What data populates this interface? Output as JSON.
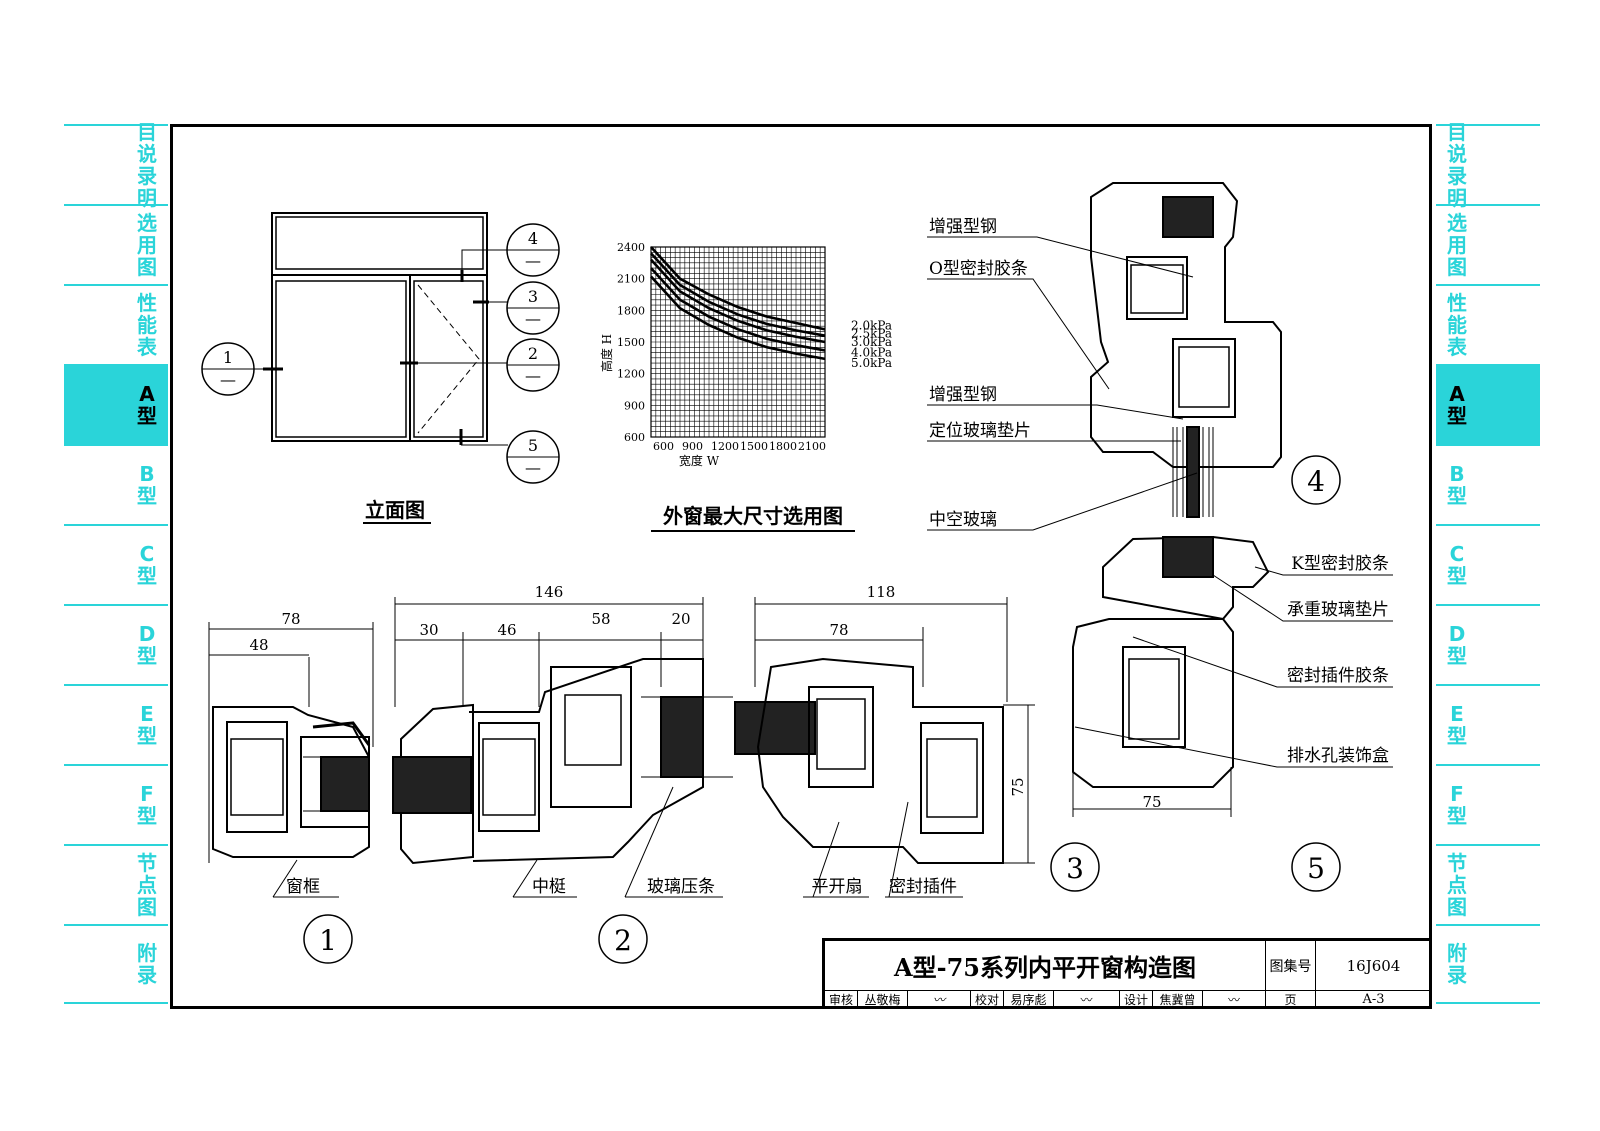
{
  "sidebar": {
    "items": [
      {
        "label": "目说\n录明"
      },
      {
        "label": "选\n用\n图"
      },
      {
        "label": "性\n能\n表"
      },
      {
        "label": "A\n型",
        "active": true
      },
      {
        "label": "B\n型"
      },
      {
        "label": "C\n型"
      },
      {
        "label": "D\n型"
      },
      {
        "label": "E\n型"
      },
      {
        "label": "F\n型"
      },
      {
        "label": "节\n点\n图"
      },
      {
        "label": "附\n录"
      }
    ],
    "accent": "#2ad4d9"
  },
  "elevation": {
    "title": "立面图",
    "callouts": [
      "1",
      "2",
      "3",
      "4",
      "5"
    ],
    "callout_sub": "—"
  },
  "size_chart": {
    "title": "外窗最大尺寸选用图",
    "ylabel": "高度 H",
    "xlabel": "宽度 W",
    "y_ticks": [
      "2400",
      "2100",
      "1800",
      "1500",
      "1200",
      "900",
      "600"
    ],
    "x_ticks": [
      "600",
      "900",
      "1200",
      "1500",
      "1800",
      "2100"
    ],
    "legend": [
      "2.0kPa",
      "2.5kPa",
      "3.0kPa",
      "4.0kPa",
      "5.0kPa"
    ]
  },
  "chart_data": {
    "type": "line",
    "title": "外窗最大尺寸选用图",
    "xlabel": "宽度 W",
    "ylabel": "高度 H",
    "xlim": [
      600,
      2400
    ],
    "ylim": [
      600,
      2400
    ],
    "x": [
      600,
      900,
      1200,
      1500,
      1800,
      2100,
      2400
    ],
    "series": [
      {
        "name": "2.0kPa",
        "values": [
          2400,
          2100,
          1950,
          1830,
          1740,
          1680,
          1620
        ]
      },
      {
        "name": "2.5kPa",
        "values": [
          2340,
          2040,
          1880,
          1760,
          1670,
          1610,
          1560
        ]
      },
      {
        "name": "3.0kPa",
        "values": [
          2280,
          1980,
          1820,
          1700,
          1610,
          1550,
          1500
        ]
      },
      {
        "name": "4.0kPa",
        "values": [
          2200,
          1900,
          1740,
          1620,
          1530,
          1470,
          1420
        ]
      },
      {
        "name": "5.0kPa",
        "values": [
          2120,
          1820,
          1660,
          1540,
          1450,
          1390,
          1340
        ]
      }
    ],
    "grid": true
  },
  "details": {
    "d1": {
      "num": "1",
      "dims": [
        "78",
        "48"
      ],
      "label": "窗框"
    },
    "d2": {
      "num": "2",
      "dims": [
        "146",
        "30",
        "46",
        "58",
        "20"
      ],
      "labels": [
        "中梃",
        "玻璃压条"
      ]
    },
    "d3": {
      "num": "3",
      "dims": [
        "118",
        "78",
        "75"
      ],
      "labels": [
        "平开扇",
        "密封插件"
      ]
    },
    "d4": {
      "num": "4"
    },
    "d5": {
      "num": "5",
      "dims": [
        "75"
      ]
    }
  },
  "annotations": [
    "增强型钢",
    "O型密封胶条",
    "增强型钢",
    "定位玻璃垫片",
    "中空玻璃",
    "K型密封胶条",
    "承重玻璃垫片",
    "密封插件胶条",
    "排水孔装饰盒"
  ],
  "title_block": {
    "title": "A型-75系列内平开窗构造图",
    "atlas_label": "图集号",
    "atlas_no": "16J604",
    "review_label": "审核",
    "reviewer": "丛敬梅",
    "check_label": "校对",
    "checker": "易序彪",
    "design_label": "设计",
    "designer": "焦冀曾",
    "page_label": "页",
    "page_no": "A-3"
  }
}
